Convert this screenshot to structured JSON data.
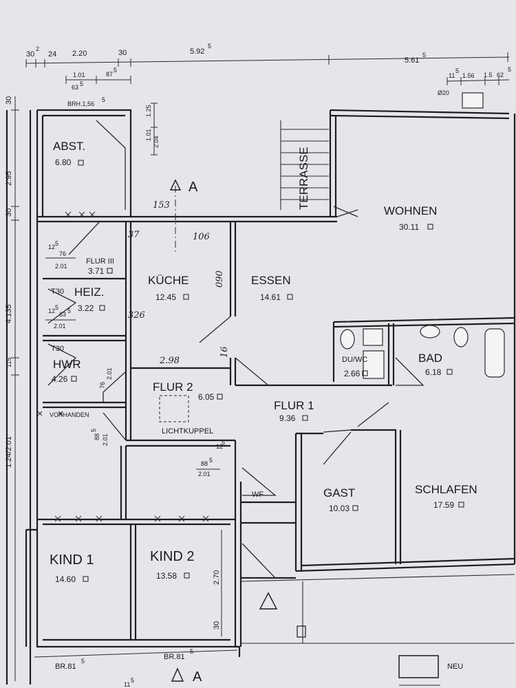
{
  "dimensions_top": {
    "d1": "30",
    "d1_sup": "2",
    "d2": "24",
    "d3": "2.20",
    "d4": "30",
    "d5": "5.92",
    "d5_sup": "5",
    "d6": "5.61",
    "d6_sup": "5",
    "d7": "1.01",
    "d8": "87",
    "d8_sup": "5",
    "d9": "63",
    "d9_sup": "5",
    "d10": "11",
    "d10_sup": "5",
    "d11": "1.56",
    "d12": "1.5",
    "d13": "62",
    "d13_sup": "5",
    "d14": "Ø20",
    "brh": "BRH.1,56",
    "brh_sup": "5"
  },
  "dimensions_left": {
    "l1": "30",
    "l2": "2.95",
    "l2_sup": "5",
    "l3": "30",
    "l4": "4.135",
    "l5": "115",
    "l6": "1.24/2.01"
  },
  "dimensions_inner": {
    "abst_h1": "1.01",
    "abst_h2": "2.04",
    "abst_h3": "1.25",
    "hand_153": "153",
    "hand_37": "37",
    "hand_106": "106",
    "hand_090": "090",
    "hand_326": "326",
    "hand_298": "2.98",
    "hand_16": "16",
    "flur3_d1": "12",
    "flur3_d1_sup": "5",
    "flur3_d2": "76",
    "flur3_d3": "2.01",
    "heiz_d0": "T30",
    "heiz_d1": "12",
    "heiz_d1_sup": "5",
    "heiz_d2": "63",
    "heiz_d2_sup": "5",
    "heiz_d3": "2.01",
    "hwr_d0": "T30",
    "hwr_d1": "76",
    "hwr_d2": "2.01",
    "kind_d1": "88",
    "kind_d1_sup": "5",
    "kind_d2": "2.01",
    "mid_d1": "88",
    "mid_d1_sup": "5",
    "mid_d2": "2.01",
    "mid_d3": "12",
    "mid_d3_sup": "5",
    "vorhanden": "VORHANDEN",
    "kind2_h": "2.70",
    "kind2_h2": "30"
  },
  "dimensions_bottom": {
    "br1": "BR.81",
    "br1_sup": "5",
    "br2": "BR.81",
    "br2_sup": "5",
    "b3": "11",
    "b3_sup": "5"
  },
  "section_marks": {
    "top": "A",
    "bottom": "A"
  },
  "rooms": [
    {
      "name": "ABST.",
      "area": "6.80"
    },
    {
      "name": "WOHNEN",
      "area": "30.11"
    },
    {
      "name": "TERRASSE"
    },
    {
      "name": "FLUR III",
      "area": "3.71"
    },
    {
      "name": "HEIZ.",
      "area": "3.22"
    },
    {
      "name": "KÜCHE",
      "area": "12.45"
    },
    {
      "name": "ESSEN",
      "area": "14.61"
    },
    {
      "name": "DU/WC",
      "area": "2.66"
    },
    {
      "name": "BAD",
      "area": "6.18"
    },
    {
      "name": "HWR",
      "area": "4.26"
    },
    {
      "name": "FLUR 2",
      "area": "6.05"
    },
    {
      "name": "FLUR 1",
      "area": "9.36"
    },
    {
      "name": "LICHTKUPPEL"
    },
    {
      "name": "GAST",
      "area": "10.03"
    },
    {
      "name": "SCHLAFEN",
      "area": "17.59"
    },
    {
      "name": "WF"
    },
    {
      "name": "KIND 1",
      "area": "14.60"
    },
    {
      "name": "KIND 2",
      "area": "13.58"
    }
  ],
  "legend": {
    "neu": "NEU"
  },
  "colors": {
    "paper": "#e4e6ea",
    "ink": "#1e1e1e"
  }
}
